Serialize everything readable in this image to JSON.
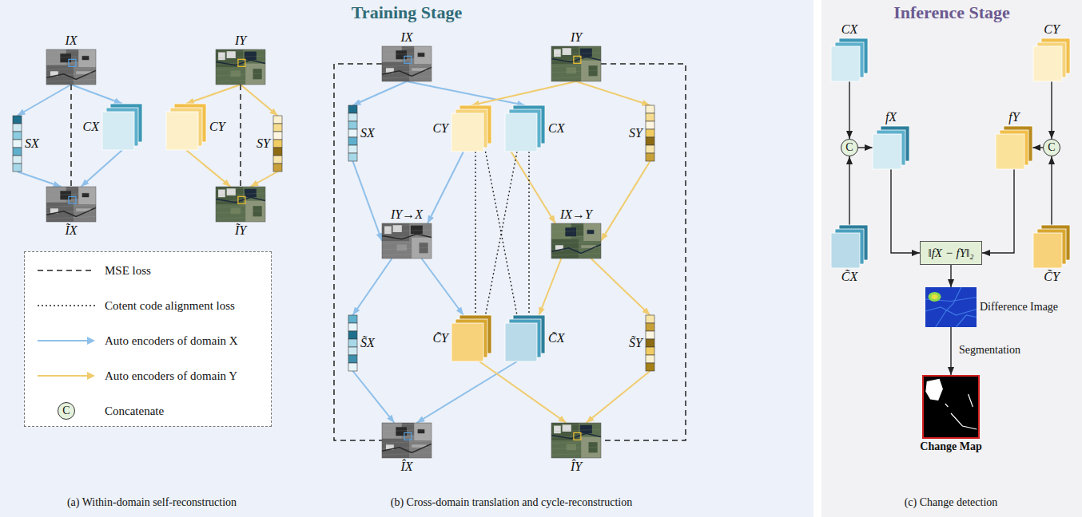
{
  "diagram": {
    "nodes": [
      {
        "text": [
          "Training Stage"
        ]
      },
      {
        "text": [
          "Inference Stage"
        ]
      },
      {
        "text": [
          "IX"
        ],
        "in": 0
      },
      {
        "text": [
          "IY"
        ],
        "in": 0
      },
      {
        "text": [
          "SX"
        ],
        "in": 0
      },
      {
        "text": [
          "CX"
        ],
        "in": 0
      },
      {
        "text": [
          "CY"
        ],
        "in": 0
      },
      {
        "text": [
          "SY"
        ],
        "in": 0
      },
      {
        "text": [
          "ĨX"
        ],
        "in": 0
      },
      {
        "text": [
          "ĨY"
        ],
        "in": 0
      },
      {
        "text": [
          "IX"
        ],
        "in": 0
      },
      {
        "text": [
          "IY"
        ],
        "in": 0
      },
      {
        "text": [
          "SX"
        ],
        "in": 0
      },
      {
        "text": [
          "CY"
        ],
        "in": 0
      },
      {
        "text": [
          "CX"
        ],
        "in": 0
      },
      {
        "text": [
          "SY"
        ],
        "in": 0
      },
      {
        "text": [
          "IY→X"
        ],
        "in": 0
      },
      {
        "text": [
          "IX→Y"
        ],
        "in": 0
      },
      {
        "text": [
          "S̃X"
        ],
        "in": 0
      },
      {
        "text": [
          "C̃Y"
        ],
        "in": 0
      },
      {
        "text": [
          "C̃X"
        ],
        "in": 0
      },
      {
        "text": [
          "S̃Y"
        ],
        "in": 0
      },
      {
        "text": [
          "ÎX"
        ],
        "in": 0
      },
      {
        "text": [
          "ÎY"
        ],
        "in": 0
      },
      {
        "text": [
          "CX"
        ],
        "in": 1
      },
      {
        "text": [
          "CY"
        ],
        "in": 1
      },
      {
        "text": [
          "C"
        ],
        "in": 1
      },
      {
        "text": [
          "fX"
        ],
        "in": 1
      },
      {
        "text": [
          "fY"
        ],
        "in": 1
      },
      {
        "text": [
          "C"
        ],
        "in": 1
      },
      {
        "text": [
          "C̃X"
        ],
        "in": 1
      },
      {
        "text": [
          "C̃Y"
        ],
        "in": 1
      },
      {
        "text": [
          "‖fX − fY‖₂"
        ],
        "in": 1
      },
      {
        "text": [
          "Difference Image"
        ],
        "in": 1
      },
      {
        "text": [
          "Change Map"
        ],
        "in": 1
      }
    ],
    "edges": [
      {
        "from": 2,
        "to": 4,
        "arrow": "to"
      },
      {
        "from": 2,
        "to": 5,
        "arrow": "to"
      },
      {
        "from": 4,
        "to": 8,
        "arrow": "to"
      },
      {
        "from": 5,
        "to": 8,
        "arrow": "to"
      },
      {
        "from": 3,
        "to": 6,
        "arrow": "to"
      },
      {
        "from": 3,
        "to": 7,
        "arrow": "to"
      },
      {
        "from": 6,
        "to": 9,
        "arrow": "to"
      },
      {
        "from": 7,
        "to": 9,
        "arrow": "to"
      },
      {
        "from": 2,
        "to": 8,
        "arrow": "none"
      },
      {
        "from": 3,
        "to": 9,
        "arrow": "none"
      },
      {
        "from": 10,
        "to": 12,
        "arrow": "to"
      },
      {
        "from": 10,
        "to": 14,
        "arrow": "to"
      },
      {
        "from": 11,
        "to": 13,
        "arrow": "to"
      },
      {
        "from": 11,
        "to": 15,
        "arrow": "to"
      },
      {
        "from": 12,
        "to": 16,
        "arrow": "to"
      },
      {
        "from": 13,
        "to": 16,
        "arrow": "to"
      },
      {
        "from": 14,
        "to": 17,
        "arrow": "to"
      },
      {
        "from": 15,
        "to": 17,
        "arrow": "to"
      },
      {
        "from": 16,
        "to": 18,
        "arrow": "to"
      },
      {
        "from": 16,
        "to": 19,
        "arrow": "to"
      },
      {
        "from": 17,
        "to": 20,
        "arrow": "to"
      },
      {
        "from": 17,
        "to": 21,
        "arrow": "to"
      },
      {
        "from": 18,
        "to": 22,
        "arrow": "to"
      },
      {
        "from": 20,
        "to": 22,
        "arrow": "to"
      },
      {
        "from": 19,
        "to": 23,
        "arrow": "to"
      },
      {
        "from": 21,
        "to": 23,
        "arrow": "to"
      },
      {
        "from": 10,
        "to": 22,
        "arrow": "none"
      },
      {
        "from": 11,
        "to": 23,
        "arrow": "none"
      },
      {
        "from": 13,
        "to": 19,
        "arrow": "none"
      },
      {
        "from": 14,
        "to": 20,
        "arrow": "none"
      },
      {
        "from": 13,
        "to": 20,
        "arrow": "none"
      },
      {
        "from": 14,
        "to": 19,
        "arrow": "none"
      },
      {
        "from": 24,
        "to": 26,
        "arrow": "to"
      },
      {
        "from": 30,
        "to": 26,
        "arrow": "to"
      },
      {
        "from": 26,
        "to": 27,
        "arrow": "to"
      },
      {
        "from": 25,
        "to": 29,
        "arrow": "to"
      },
      {
        "from": 31,
        "to": 29,
        "arrow": "to"
      },
      {
        "from": 29,
        "to": 28,
        "arrow": "to"
      },
      {
        "from": 27,
        "to": 32,
        "arrow": "to"
      },
      {
        "from": 28,
        "to": 32,
        "arrow": "to"
      },
      {
        "from": 32,
        "to": 33,
        "arrow": "to"
      },
      {
        "from": 33,
        "to": 34,
        "arrow": "to",
        "label": "Segmentation"
      }
    ],
    "labels": [
      "(a) Within-domain self-reconstruction",
      "(b) Cross-domain translation and cycle-reconstruction",
      "(c) Change detection",
      "C"
    ],
    "legend": [
      {
        "text": "MSE loss"
      },
      {
        "text": "Cotent code alignment loss"
      },
      {
        "text": "Auto encoders of domain X"
      },
      {
        "text": "Auto encoders of domain Y"
      },
      {
        "text": "Concatenate"
      }
    ]
  }
}
